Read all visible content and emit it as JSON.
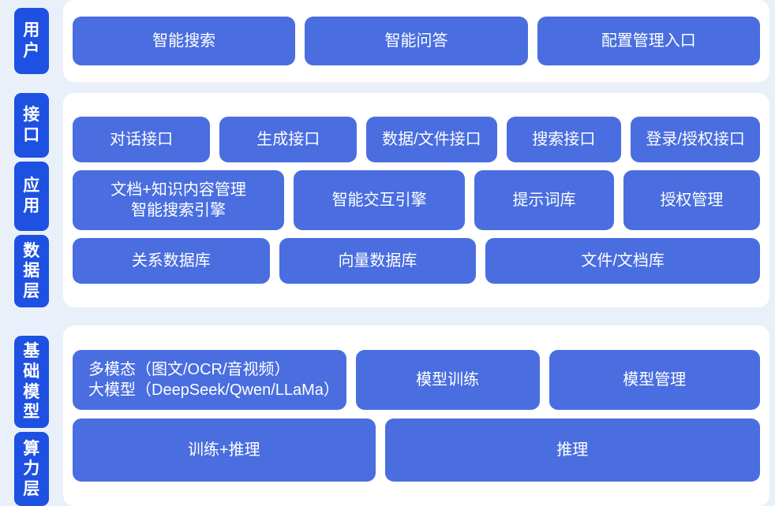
{
  "colors": {
    "background": "#eaf0f9",
    "panel": "#ffffff",
    "rail_pill": "#1e50e2",
    "box": "#4a6ee0",
    "text_on_blue": "#ffffff"
  },
  "bands": {
    "users": {
      "rail": [
        {
          "name": "user",
          "label": "用户",
          "chars": [
            "用",
            "户"
          ]
        }
      ],
      "boxes": [
        {
          "name": "intelligent-search",
          "label": "智能搜索"
        },
        {
          "name": "intelligent-qa",
          "label": "智能问答"
        },
        {
          "name": "config-management-entry",
          "label": "配置管理入口"
        }
      ]
    },
    "middle": {
      "rail": [
        {
          "name": "interface",
          "label": "接口",
          "chars": [
            "接",
            "口"
          ]
        },
        {
          "name": "application",
          "label": "应用",
          "chars": [
            "应",
            "用"
          ]
        },
        {
          "name": "data-layer",
          "label": "数据层",
          "chars": [
            "数",
            "据",
            "层"
          ]
        }
      ],
      "interface_row": [
        {
          "name": "dialog-api",
          "label": "对话接口"
        },
        {
          "name": "generation-api",
          "label": "生成接口"
        },
        {
          "name": "data-file-api",
          "label": "数据/文件接口"
        },
        {
          "name": "search-api",
          "label": "搜索接口"
        },
        {
          "name": "login-auth-api",
          "label": "登录/授权接口"
        }
      ],
      "application_row": [
        {
          "name": "doc-knowledge-management",
          "label": "文档+知识内容管理\n智能搜索引擎"
        },
        {
          "name": "intelligent-interaction-engine",
          "label": "智能交互引擎"
        },
        {
          "name": "prompt-library",
          "label": "提示词库"
        },
        {
          "name": "authorization-management",
          "label": "授权管理"
        }
      ],
      "data_row": [
        {
          "name": "relational-database",
          "label": "关系数据库"
        },
        {
          "name": "vector-database",
          "label": "向量数据库"
        },
        {
          "name": "file-document-store",
          "label": "文件/文档库"
        }
      ]
    },
    "bottom": {
      "rail": [
        {
          "name": "foundation-model",
          "label": "基础模型",
          "chars": [
            "基",
            "础",
            "模",
            "型"
          ]
        },
        {
          "name": "compute-layer",
          "label": "算力层",
          "chars": [
            "算",
            "力",
            "层"
          ]
        }
      ],
      "model_row": [
        {
          "name": "multimodal-large-model",
          "label": "多模态（图文/OCR/音视频）\n大模型（DeepSeek/Qwen/LLaMa）"
        },
        {
          "name": "model-training",
          "label": "模型训练"
        },
        {
          "name": "model-management",
          "label": "模型管理"
        }
      ],
      "compute_row": [
        {
          "name": "training-inference",
          "label": "训练+推理"
        },
        {
          "name": "inference",
          "label": "推理"
        }
      ]
    }
  }
}
